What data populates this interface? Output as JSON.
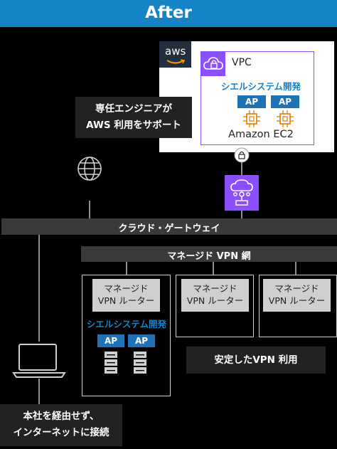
{
  "header": {
    "title": "After"
  },
  "aws": {
    "logo_text": "aws"
  },
  "vpc": {
    "label": "VPC",
    "project": "シエルシステム開発",
    "ap_tags": [
      "AP",
      "AP"
    ],
    "instance_label": "Amazon EC2"
  },
  "callouts": {
    "support_line1": "専任エンジニアが",
    "support_line2": "AWS 利用をサポート",
    "stable": "安定したVPN 利用",
    "direct_line1": "本社を経由せず、",
    "direct_line2": "インターネットに接続"
  },
  "networks": {
    "cloud_wan": "クラウド・ゲートウェイ",
    "managed_vpn": "マネージド VPN 網"
  },
  "sites": [
    {
      "router_line1": "マネージド",
      "router_line2": "VPN ルーター",
      "project": "シエルシステム開発",
      "ap_tags": [
        "AP",
        "AP"
      ]
    },
    {
      "router_line1": "マネージド",
      "router_line2": "VPN ルーター"
    },
    {
      "router_line1": "マネージド",
      "router_line2": "VPN ルーター"
    }
  ],
  "icons": [
    "aws-logo",
    "vpc-cloud-lock-icon",
    "ec2-chip-icon",
    "lock-icon",
    "gateway-icon",
    "globe-icon",
    "server-icon",
    "laptop-icon"
  ],
  "colors": {
    "header": "#1584c7",
    "vpc_accent": "#8c4fff",
    "ap_tag": "#1d72b8",
    "ec2": "#e07b00",
    "bar": "#3a3a3a",
    "callout": "#222222"
  }
}
